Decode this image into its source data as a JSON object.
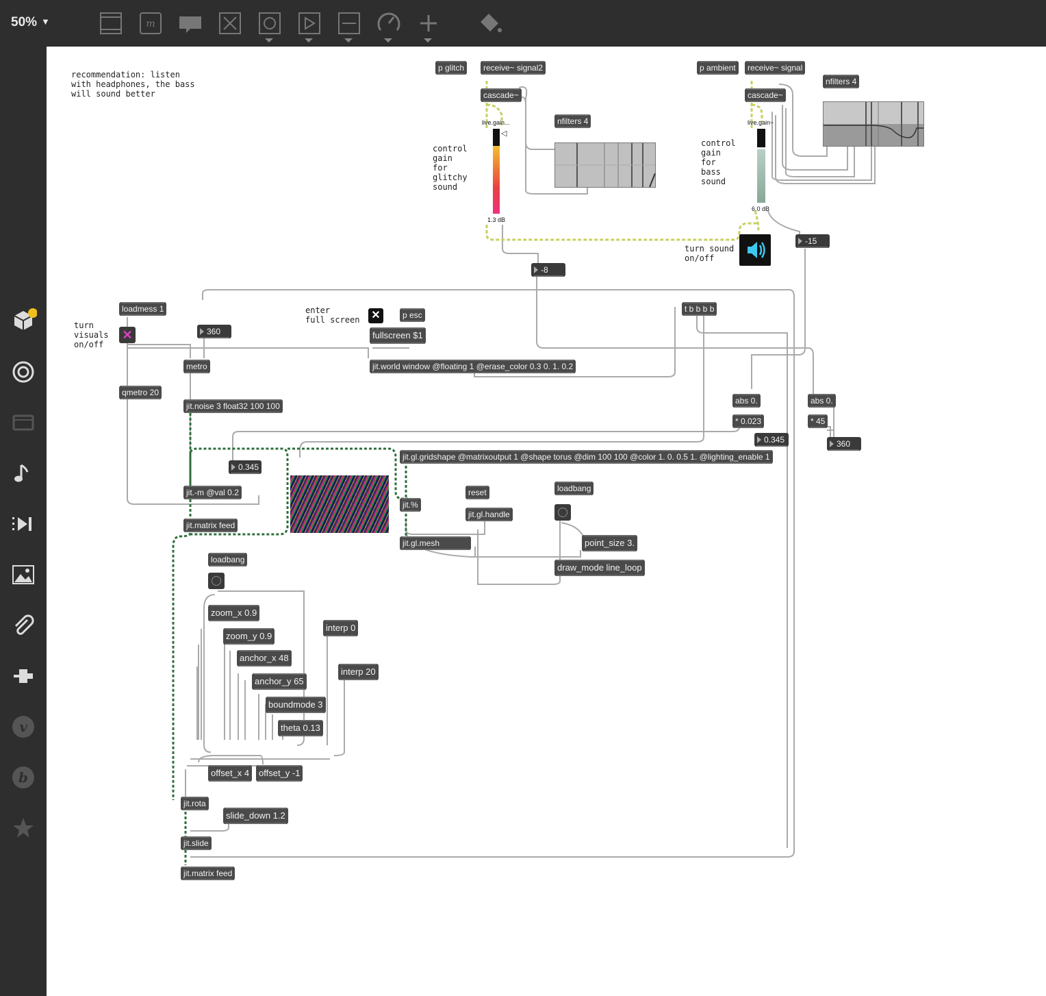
{
  "toolbar": {
    "zoom": "50%",
    "icons": [
      "presentation-mode-icon",
      "message-icon",
      "comment-icon",
      "toggle-icon",
      "button-icon",
      "play-icon",
      "slider-icon",
      "dial-icon",
      "add-icon",
      "paint-icon"
    ]
  },
  "sidebar": {
    "icons": [
      "packages-icon",
      "target-icon",
      "device-icon",
      "music-note-icon",
      "media-icon",
      "image-icon",
      "clip-icon",
      "plugin-icon",
      "vimeo-icon",
      "beatport-icon",
      "star-icon"
    ]
  },
  "comments": {
    "recommendation": "recommendation: listen\nwith headphones, the bass\nwill sound better",
    "glitch_gain": "control\ngain\nfor\nglitchy\nsound",
    "bass_gain": "control\ngain\nfor\nbass\nsound",
    "turn_sound": "turn sound\non/off",
    "turn_visuals": "turn\nvisuals\non/off",
    "fullscreen": "enter\nfull screen"
  },
  "audio": {
    "p_glitch": "p glitch",
    "receive_signal2": "receive~ signal2",
    "cascade_left": "cascade~",
    "nfilters_left": "nfilters 4",
    "livegain_left": "live.gain...",
    "gain_left_db": "1.3 dB",
    "p_ambient": "p ambient",
    "receive_signal": "receive~ signal",
    "cascade_right": "cascade~",
    "nfilters_right": "nfilters 4",
    "livegain_right": "live.gain~",
    "gain_right_db": "6.0 dB",
    "num_minus8": "-8",
    "num_minus15": "-15"
  },
  "visuals": {
    "loadmess": "loadmess 1",
    "num_360_a": "360",
    "metro": "metro",
    "qmetro": "qmetro 20",
    "jit_noise": "jit.noise 3 float32 100 100",
    "p_esc": "p esc",
    "fullscreen": "fullscreen $1",
    "jit_world": "jit.world window @floating 1 @erase_color 0.3 0. 1. 0.2",
    "tbbbb": "t b b b b",
    "abs_left": "abs 0.",
    "mul_0023": "* 0.023",
    "num_0345_right": "0.345",
    "abs_right": "abs 0.",
    "mul_45": "* 45",
    "num_360_b": "360",
    "num_0345_left": "0.345",
    "jit_m": "jit.-m @val 0.2",
    "jit_matrix_feed_a": "jit.matrix feed",
    "gridshape": "jit.gl.gridshape @matrixoutput 1 @shape torus @dim 100 100 @color 1. 0. 0.5 1. @lighting_enable 1",
    "jit_pct": "jit.%",
    "reset": "reset",
    "jit_gl_handle": "jit.gl.handle",
    "loadbang_right": "loadbang",
    "jit_gl_mesh": "jit.gl.mesh",
    "point_size": "point_size 3.",
    "draw_mode": "draw_mode line_loop",
    "loadbang_left": "loadbang",
    "zoom_x": "zoom_x 0.9",
    "zoom_y": "zoom_y 0.9",
    "anchor_x": "anchor_x 48",
    "anchor_y": "anchor_y 65",
    "boundmode": "boundmode 3",
    "theta": "theta 0.13",
    "interp0": "interp 0",
    "interp20": "interp 20",
    "offset_x": "offset_x 4",
    "offset_y": "offset_y -1",
    "jit_rota": "jit.rota",
    "slide_down": "slide_down 1.2",
    "jit_slide": "jit.slide",
    "jit_matrix_feed_b": "jit.matrix feed"
  },
  "colors": {
    "accent_toggle": "#e040c0",
    "speaker": "#3ec8f0",
    "signal_wire": "#c8d060",
    "matrix_wire": "#2e6e3a"
  }
}
